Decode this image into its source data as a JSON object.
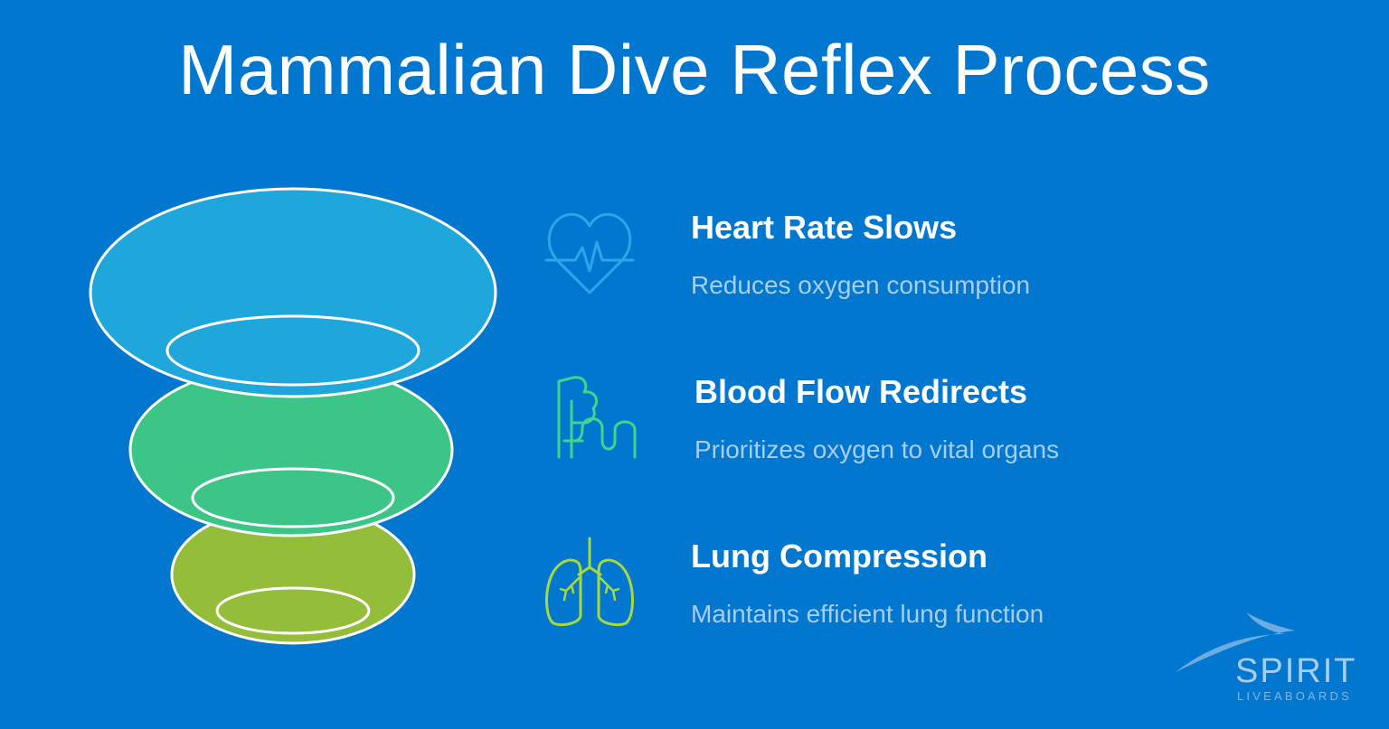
{
  "title": "Mammalian Dive Reflex Process",
  "colors": {
    "background": "#0277cf",
    "layer_top": "#1fa6db",
    "layer_middle": "#3cc587",
    "layer_bottom": "#94bd3a",
    "icon_heart": "#2aa7e8",
    "icon_blood": "#3ed68c",
    "icon_lung": "#a6da3c",
    "text_title": "#ffffff",
    "text_desc": "#a9cdee"
  },
  "steps": [
    {
      "title": "Heart Rate Slows",
      "description": "Reduces oxygen consumption",
      "icon": "heart-rate-icon"
    },
    {
      "title": "Blood Flow Redirects",
      "description": "Prioritizes oxygen to vital organs",
      "icon": "blood-flow-icon"
    },
    {
      "title": "Lung Compression",
      "description": "Maintains efficient lung function",
      "icon": "lungs-icon"
    }
  ],
  "logo": {
    "name": "SPIRIT",
    "tagline": "LIVEABOARDS",
    "icon": "dolphin-swoosh-icon"
  }
}
